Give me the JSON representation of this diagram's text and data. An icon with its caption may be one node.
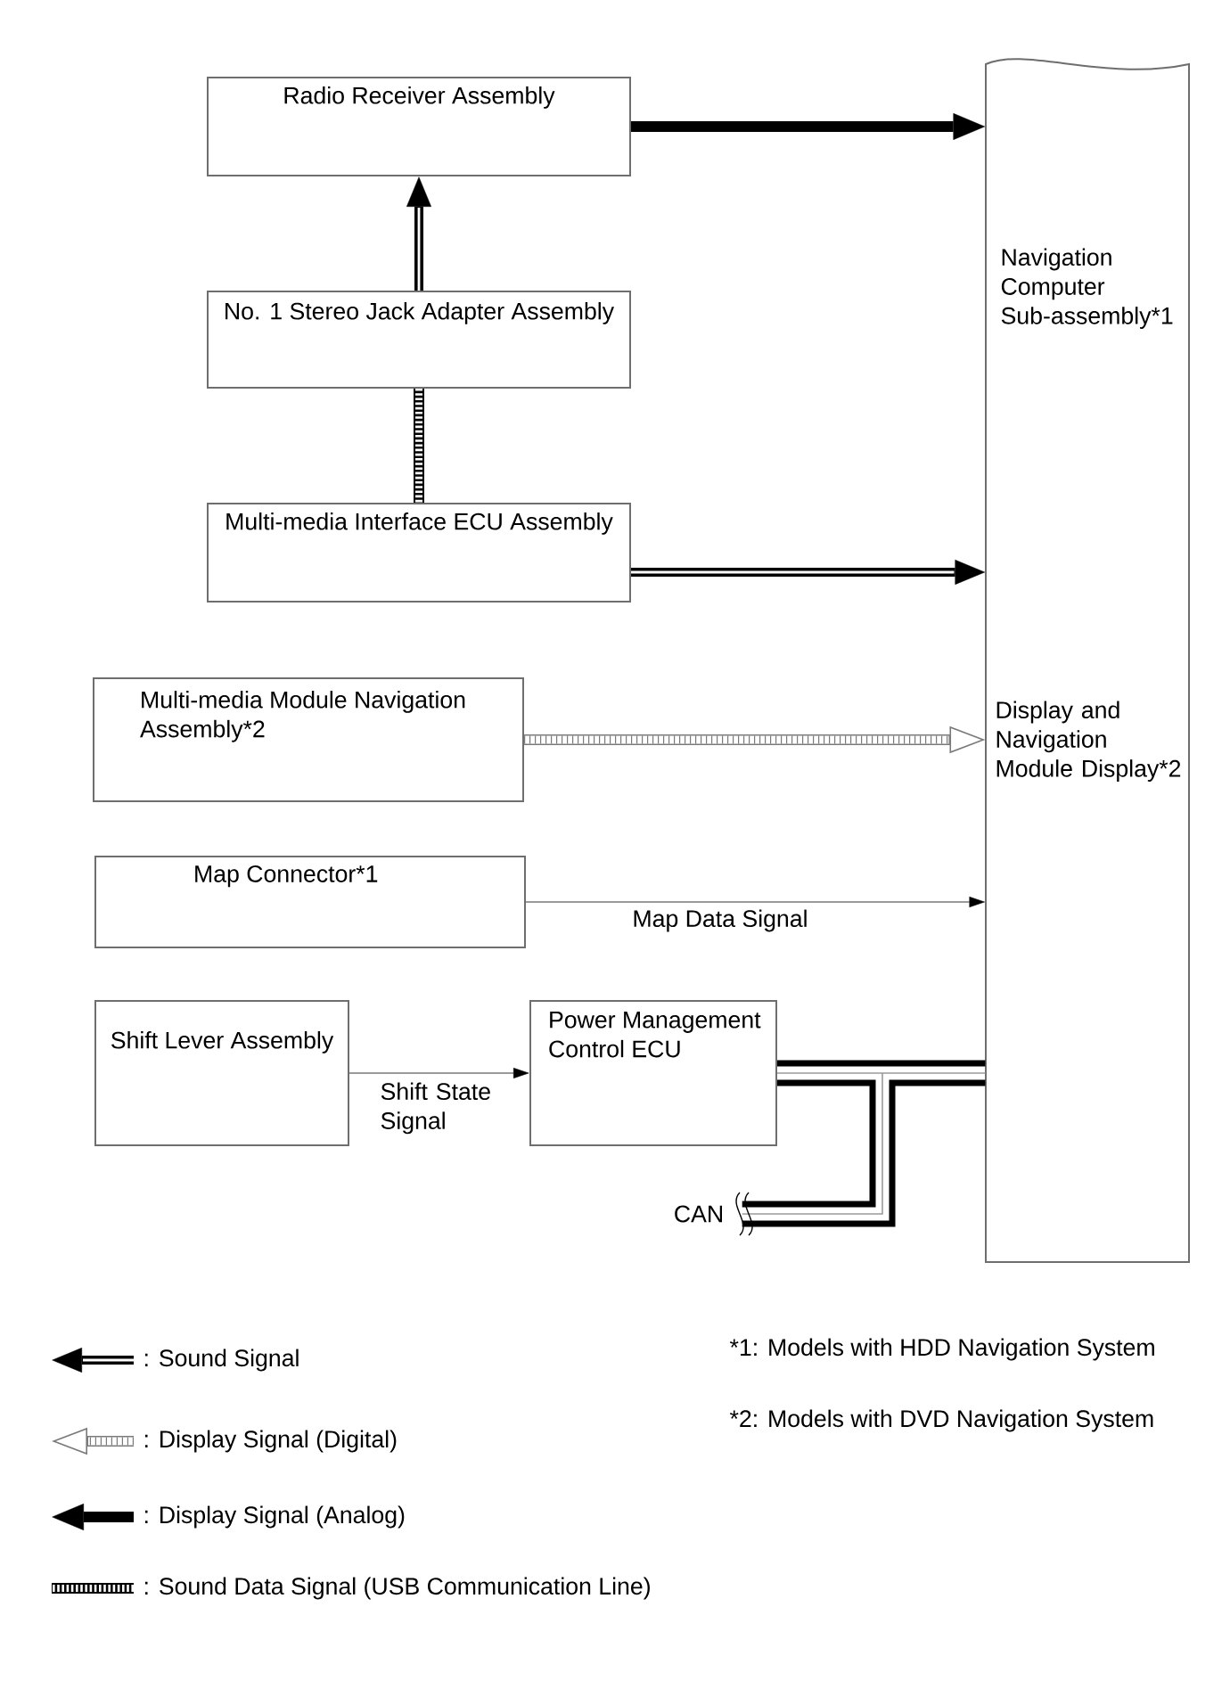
{
  "diagram": {
    "nodes": [
      {
        "text": [
          "Radio Receiver Assembly"
        ]
      },
      {
        "text": [
          "Navigation Computer Sub-assembly*1",
          "Display and Navigation Module Display*2"
        ]
      },
      {
        "text": [
          "No. 1 Stereo Jack Adapter Assembly"
        ]
      },
      {
        "text": [
          "Multi-media Interface ECU Assembly"
        ]
      },
      {
        "text": [
          "Multi-media Module Navigation Assembly*2"
        ]
      },
      {
        "text": [
          "Map Connector*1"
        ]
      },
      {
        "text": [
          "Shift Lever Assembly"
        ]
      },
      {
        "text": [
          "Power Management Control ECU"
        ]
      },
      {
        "text": [
          "CAN"
        ]
      }
    ],
    "edges": [
      {
        "from": 0,
        "to": 1,
        "arrow": "to"
      },
      {
        "from": 2,
        "to": 0,
        "arrow": "to"
      },
      {
        "from": 2,
        "to": 3,
        "arrow": "none"
      },
      {
        "from": 3,
        "to": 1,
        "arrow": "to"
      },
      {
        "from": 4,
        "to": 1,
        "arrow": "to",
        "color": "#7a7a7a"
      },
      {
        "from": 5,
        "to": 1,
        "arrow": "to",
        "label": "Map Data Signal",
        "color": "#9a9a9a"
      },
      {
        "from": 6,
        "to": 7,
        "arrow": "to",
        "label": "Shift State Signal",
        "color": "#9a9a9a"
      },
      {
        "from": 7,
        "to": 1,
        "arrow": "none"
      },
      {
        "from": 7,
        "to": 8,
        "arrow": "none"
      }
    ],
    "labels": [
      "*1: Models with HDD Navigation System",
      "*2: Models with DVD Navigation System"
    ],
    "legend": [
      {
        "text": ": Sound Signal"
      },
      {
        "text": ": Display Signal (Digital)"
      },
      {
        "text": ": Display Signal (Analog)"
      },
      {
        "text": ": Sound Data Signal (USB Communication Line)"
      }
    ]
  }
}
